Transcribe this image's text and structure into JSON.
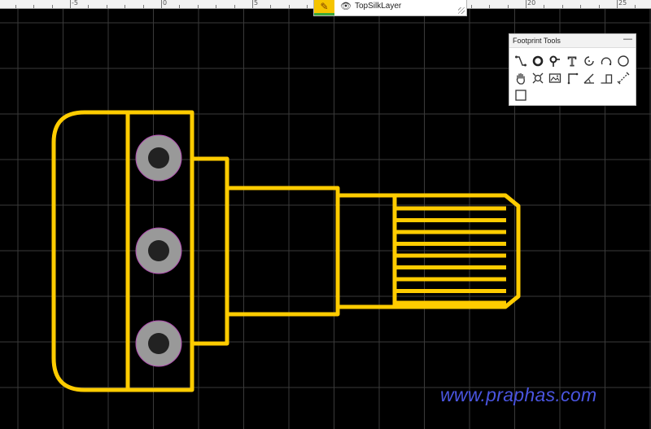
{
  "ruler": {
    "labels": [
      {
        "text": "-5",
        "value": -5
      },
      {
        "text": "0",
        "value": 0
      },
      {
        "text": "5",
        "value": 5
      },
      {
        "text": "20",
        "value": 20
      },
      {
        "text": "25",
        "value": 25
      }
    ]
  },
  "layer": {
    "name": "TopSilkLayer",
    "swatch_color": "#f5c400",
    "icon": "eye-icon"
  },
  "tools_panel": {
    "title": "Footprint Tools",
    "minimize_label": "—",
    "tools": [
      {
        "name": "track-tool",
        "icon": "track-icon"
      },
      {
        "name": "pad-tool",
        "icon": "pad-icon"
      },
      {
        "name": "via-tool",
        "icon": "via-icon"
      },
      {
        "name": "text-tool",
        "icon": "text-icon"
      },
      {
        "name": "arc-tool",
        "icon": "arc-icon"
      },
      {
        "name": "arc-2-tool",
        "icon": "arc-2-icon"
      },
      {
        "name": "circle-tool",
        "icon": "circle-icon"
      },
      {
        "name": "pan-tool",
        "icon": "hand-icon"
      },
      {
        "name": "hole-tool",
        "icon": "hole-icon"
      },
      {
        "name": "image-tool",
        "icon": "image-icon"
      },
      {
        "name": "connect-tool",
        "icon": "connect-icon"
      },
      {
        "name": "dimension-tool",
        "icon": "dimension-icon"
      },
      {
        "name": "rect-tool",
        "icon": "rect-icon"
      },
      {
        "name": "measure-tool",
        "icon": "measure-icon"
      },
      {
        "name": "solid-region-tool",
        "icon": "solid-region-icon"
      }
    ]
  },
  "colors": {
    "background": "#000000",
    "grid": "#3a3a3a",
    "silk": "#ffcc00",
    "pad_outer": "#999999",
    "pad_hole": "#222222",
    "pad_outline": "#b04cb0"
  },
  "footprint": {
    "pad_count": 3
  },
  "watermark": "www.praphas.com"
}
